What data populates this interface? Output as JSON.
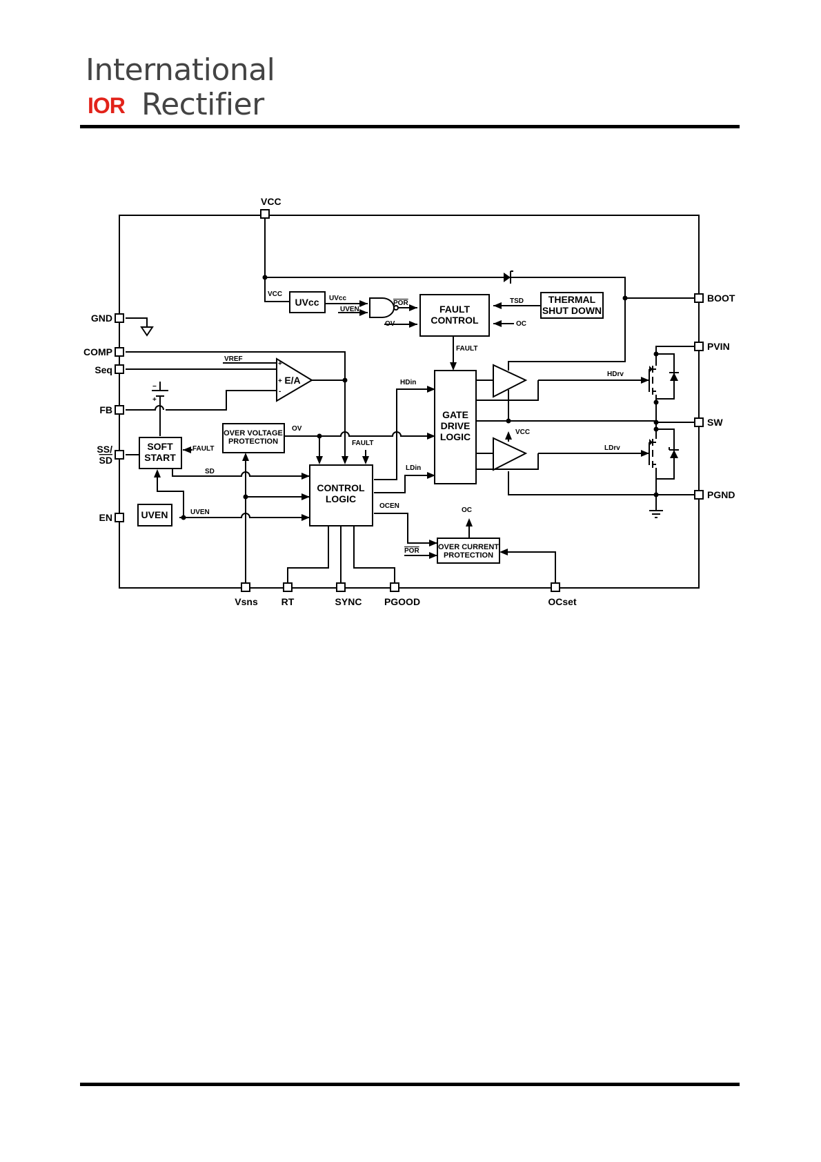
{
  "header": {
    "logo_line1": "International",
    "logo_mark": "IOR",
    "logo_line2": "Rectifier"
  },
  "diagram": {
    "pins": {
      "vcc": "VCC",
      "gnd": "GND",
      "comp": "COMP",
      "seq": "Seq",
      "fb": "FB",
      "ss_sd_1": "SS/",
      "ss_sd_2": "SD",
      "en": "EN",
      "boot": "BOOT",
      "pvin": "PVIN",
      "sw": "SW",
      "pgnd": "PGND",
      "vsns": "Vsns",
      "rt": "RT",
      "sync": "SYNC",
      "pgood": "PGOOD",
      "ocset": "OCset"
    },
    "blocks": {
      "uvcc": "UVcc",
      "fault_control_1": "FAULT",
      "fault_control_2": "CONTROL",
      "thermal_1": "THERMAL",
      "thermal_2": "SHUT DOWN",
      "ea": "E/A",
      "ovp_1": "OVER VOLTAGE",
      "ovp_2": "PROTECTION",
      "soft_start_1": "SOFT",
      "soft_start_2": "START",
      "uven": "UVEN",
      "control_logic_1": "CONTROL",
      "control_logic_2": "LOGIC",
      "gate_drive_1": "GATE",
      "gate_drive_2": "DRIVE",
      "gate_drive_3": "LOGIC",
      "ocp_1": "OVER CURRENT",
      "ocp_2": "PROTECTION"
    },
    "signals": {
      "vcc_in": "VCC",
      "uvcc": "UVcc",
      "uven_gate": "UVEN",
      "por": "POR",
      "ov_fault": "OV",
      "tsd": "TSD",
      "oc_fault": "OC",
      "fault": "FAULT",
      "vref": "VREF",
      "plus1": "+",
      "plus2": "+",
      "minus": "-",
      "bat_minus": "−",
      "bat_plus": "+",
      "hdin": "HDin",
      "hdrv": "HDrv",
      "vcc_drv": "VCC",
      "ldrv": "LDrv",
      "ldin": "LDin",
      "ov": "OV",
      "fault_ss": "FAULT",
      "fault_cl": "FAULT",
      "sd": "SD",
      "uven": "UVEN",
      "ocen": "OCEN",
      "oc_out": "OC",
      "por_ocp": "POR"
    }
  }
}
